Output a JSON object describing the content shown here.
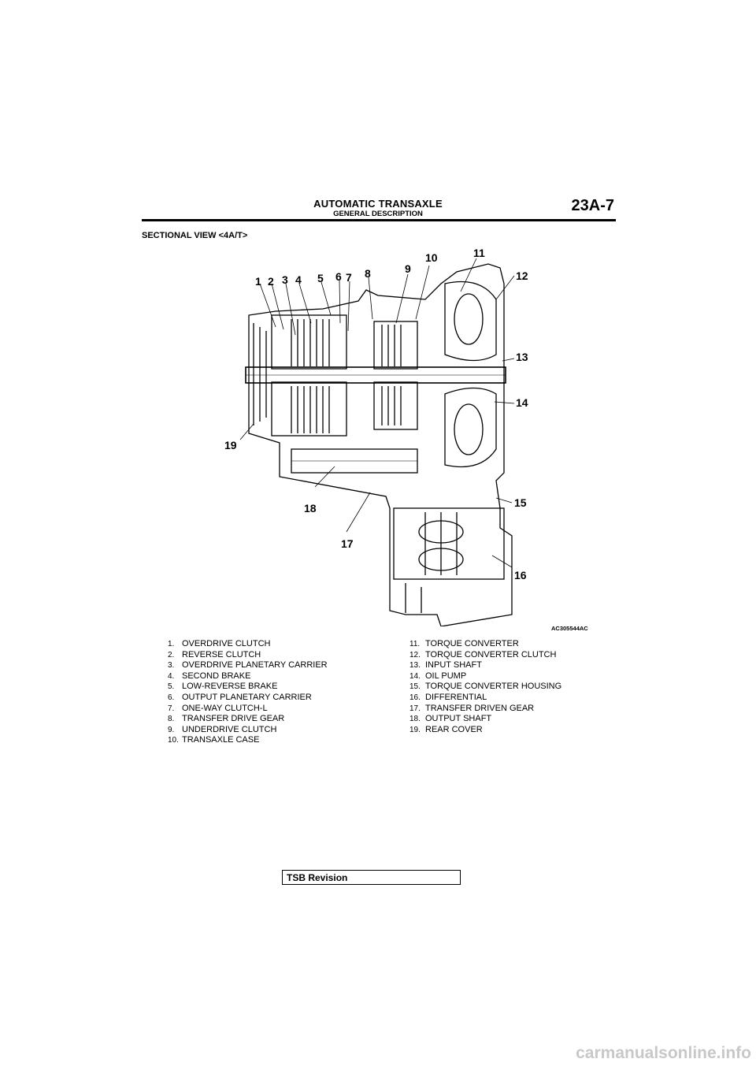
{
  "header": {
    "title": "AUTOMATIC TRANSAXLE",
    "subtitle": "GENERAL DESCRIPTION",
    "page_number": "23A-7"
  },
  "section_title": "SECTIONAL VIEW <4A/T>",
  "figure": {
    "code": "AC305544AC",
    "callouts": [
      "1",
      "2",
      "3",
      "4",
      "5",
      "6",
      "7",
      "8",
      "9",
      "10",
      "11",
      "12",
      "13",
      "14",
      "15",
      "16",
      "17",
      "18",
      "19"
    ]
  },
  "parts_left": [
    {
      "num": "1.",
      "label": "OVERDRIVE CLUTCH"
    },
    {
      "num": "2.",
      "label": "REVERSE CLUTCH"
    },
    {
      "num": "3.",
      "label": "OVERDRIVE PLANETARY CARRIER"
    },
    {
      "num": "4.",
      "label": "SECOND BRAKE"
    },
    {
      "num": "5.",
      "label": "LOW-REVERSE BRAKE"
    },
    {
      "num": "6.",
      "label": "OUTPUT PLANETARY CARRIER"
    },
    {
      "num": "7.",
      "label": "ONE-WAY CLUTCH-L"
    },
    {
      "num": "8.",
      "label": "TRANSFER DRIVE GEAR"
    },
    {
      "num": "9.",
      "label": "UNDERDRIVE CLUTCH"
    },
    {
      "num": "10.",
      "label": "TRANSAXLE CASE"
    }
  ],
  "parts_right": [
    {
      "num": "11.",
      "label": "TORQUE CONVERTER"
    },
    {
      "num": "12.",
      "label": "TORQUE CONVERTER CLUTCH"
    },
    {
      "num": "13.",
      "label": "INPUT SHAFT"
    },
    {
      "num": "14.",
      "label": "OIL PUMP"
    },
    {
      "num": "15.",
      "label": "TORQUE CONVERTER HOUSING"
    },
    {
      "num": "16.",
      "label": "DIFFERENTIAL"
    },
    {
      "num": "17.",
      "label": "TRANSFER DRIVEN GEAR"
    },
    {
      "num": "18.",
      "label": "OUTPUT SHAFT"
    },
    {
      "num": "19.",
      "label": "REAR COVER"
    }
  ],
  "footer": {
    "tsb_label": "TSB Revision"
  },
  "watermark": "carmanualsonline.info"
}
